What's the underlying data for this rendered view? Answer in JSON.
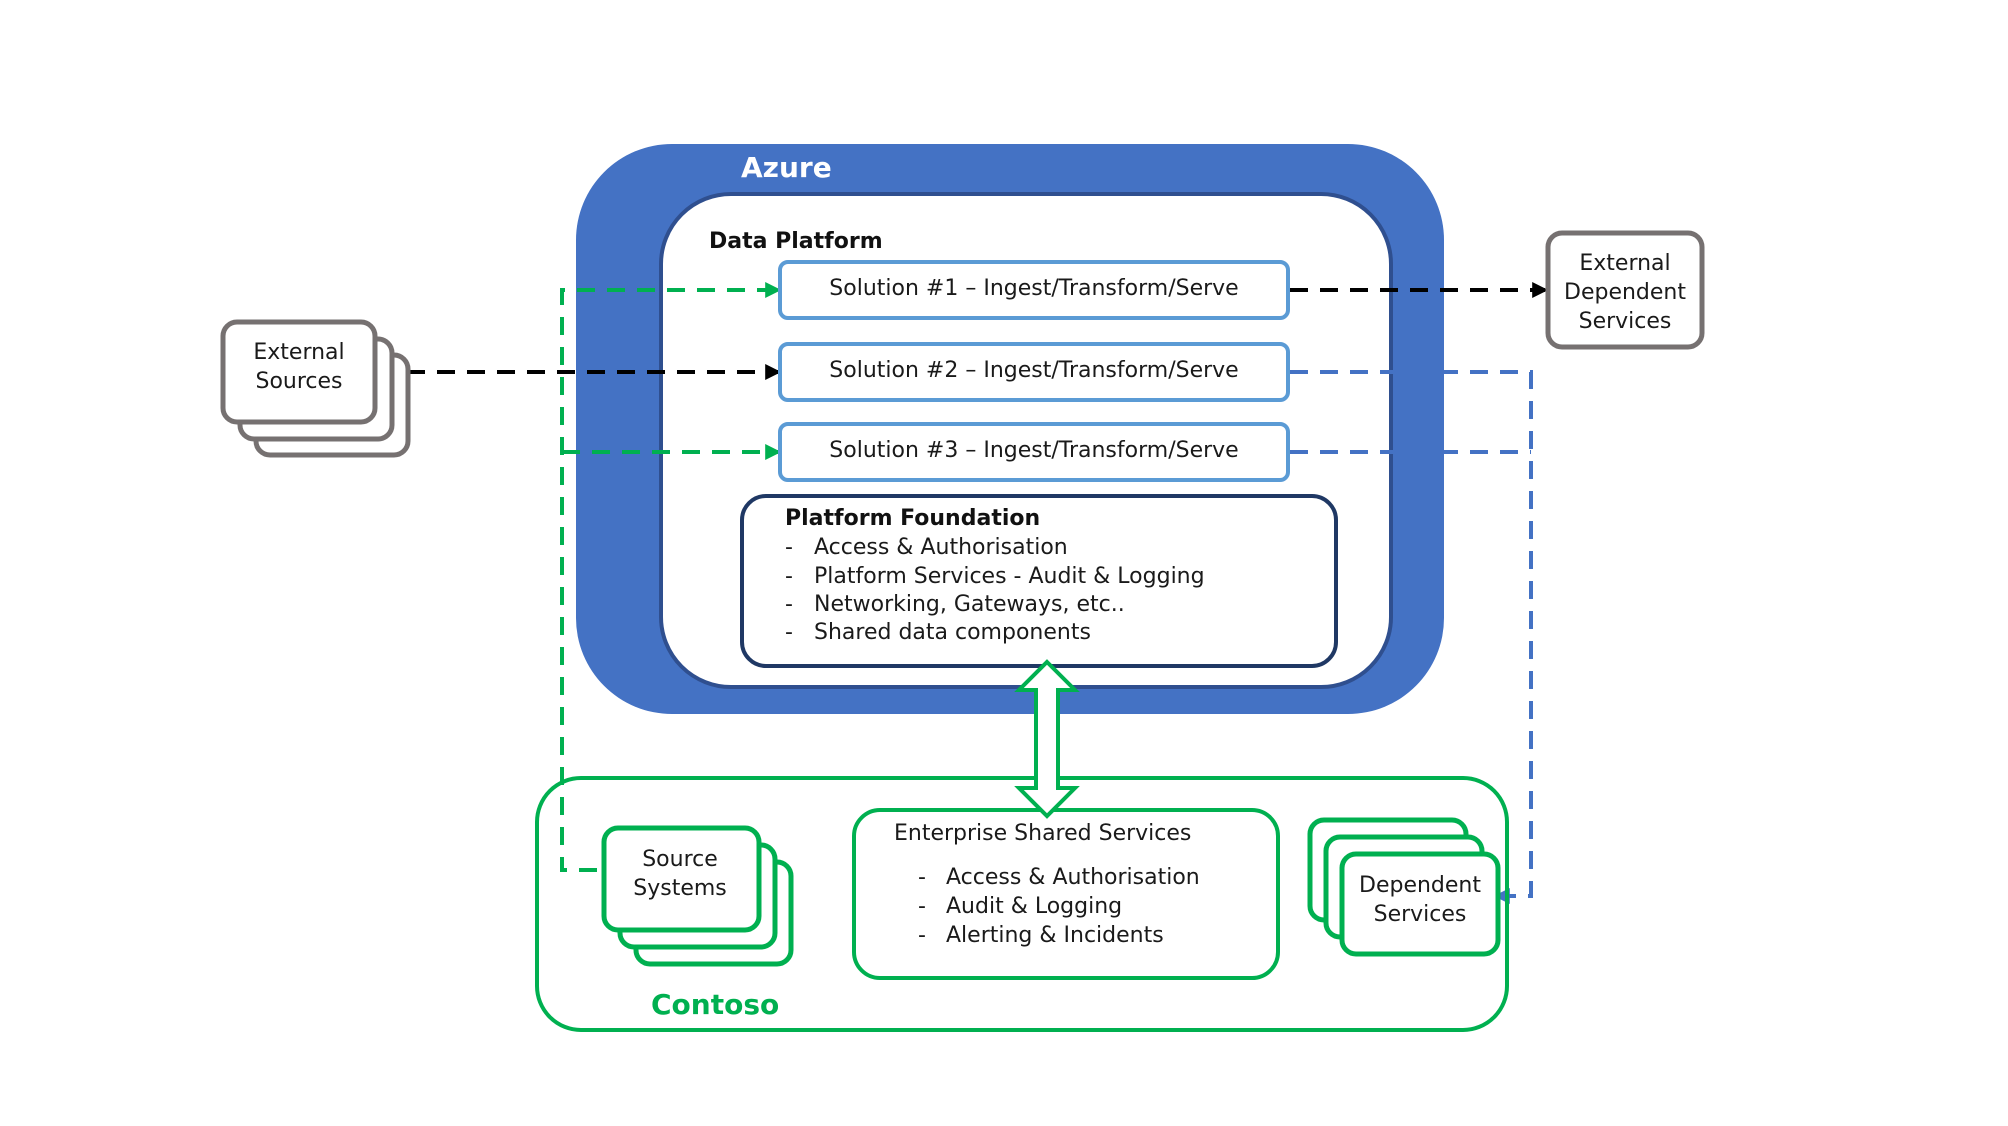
{
  "colors": {
    "azure": "#4472c4",
    "azure_inner_border": "#2f4f8f",
    "solution_border": "#5b9bd5",
    "foundation_border": "#1f3864",
    "green": "#00b050",
    "gray": "#767171",
    "black": "#000000"
  },
  "azure": {
    "title": "Azure",
    "data_platform": {
      "title": "Data Platform",
      "solutions": [
        "Solution #1 – Ingest/Transform/Serve",
        "Solution #2 – Ingest/Transform/Serve",
        "Solution #3 – Ingest/Transform/Serve"
      ],
      "foundation": {
        "title": "Platform Foundation",
        "items": [
          "Access & Authorisation",
          "Platform Services - Audit & Logging",
          "Networking, Gateways, etc..",
          "Shared data components"
        ]
      }
    }
  },
  "external_sources": {
    "line1": "External",
    "line2": "Sources"
  },
  "external_dependent": {
    "line1": "External",
    "line2": "Dependent",
    "line3": "Services"
  },
  "contoso": {
    "title": "Contoso",
    "source_systems": {
      "line1": "Source",
      "line2": "Systems"
    },
    "enterprise": {
      "title": "Enterprise Shared Services",
      "items": [
        "Access & Authorisation",
        "Audit & Logging",
        "Alerting & Incidents"
      ]
    },
    "dependent": {
      "line1": "Dependent",
      "line2": "Services"
    }
  },
  "bullet": "-"
}
